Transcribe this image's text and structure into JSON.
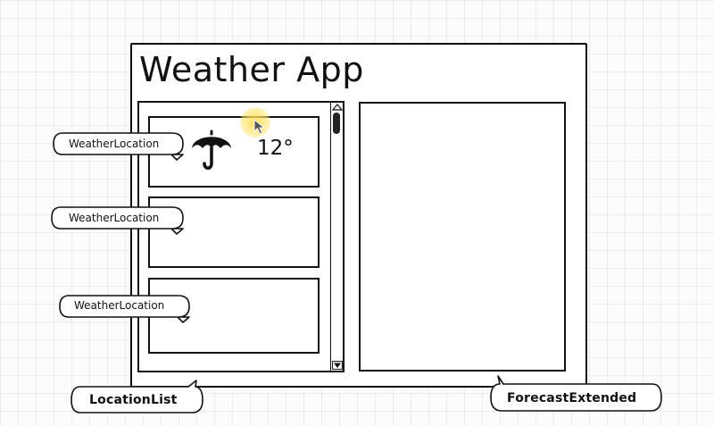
{
  "app": {
    "title": "Weather App"
  },
  "location_list": {
    "cards": [
      {
        "icon": "umbrella-icon",
        "temperature": "12°"
      },
      {},
      {}
    ]
  },
  "callouts": {
    "weather_location_1": "WeatherLocation",
    "weather_location_2": "WeatherLocation",
    "weather_location_3": "WeatherLocation",
    "location_list": "LocationList",
    "forecast_extended": "ForecastExtended"
  },
  "colors": {
    "ink": "#111111",
    "cursor_highlight": "#ffde50",
    "grid": "#ececec"
  }
}
